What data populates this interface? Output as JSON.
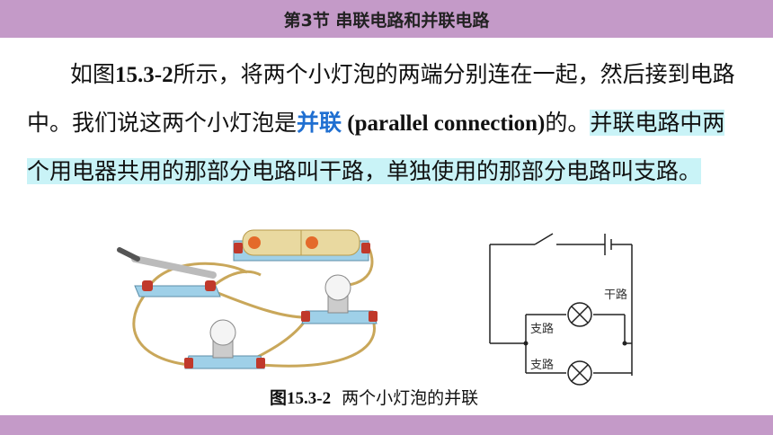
{
  "header": {
    "title": "第3节  串联电路和并联电路"
  },
  "text": {
    "seg1": "如图",
    "figref": "15.3-2",
    "seg2": "所示，将两个小灯泡的两端分别连在一起，然后接到电路中。我们说这两个小灯泡是",
    "term": "并联",
    "english": " (parallel connection)",
    "seg3": "的。",
    "highlight": "并联电路中两个用电器共用的那部分电路叫干路，单独使用的那部分电路叫支路。"
  },
  "figure": {
    "number": "图15.3-2",
    "title": "两个小灯泡的并联",
    "labels": {
      "trunk": "干路",
      "branch1": "支路",
      "branch2": "支路"
    }
  },
  "colors": {
    "bar": "#c49ac8",
    "highlight": "#c9f3f7",
    "term": "#1f6fd1"
  }
}
